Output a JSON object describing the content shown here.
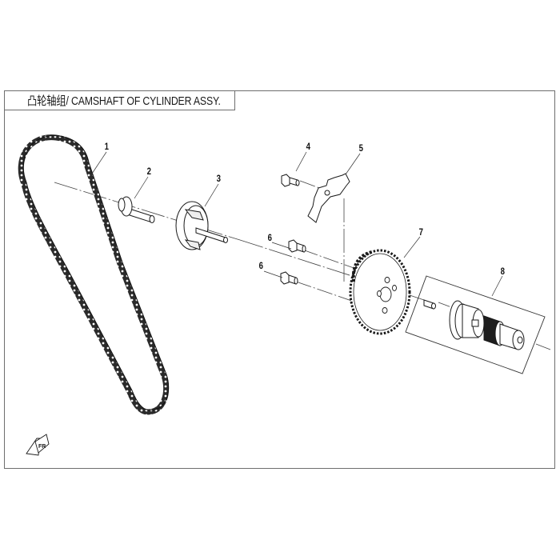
{
  "title": {
    "text": "凸轮轴组/ CAMSHAFT OF CYLINDER ASSY."
  },
  "colors": {
    "line": "#1a1a1a",
    "frame": "#6e6e6e",
    "background": "#ffffff",
    "dark_fill": "#2a2a2a"
  },
  "parts": [
    {
      "callout": "1",
      "name": "timing-chain"
    },
    {
      "callout": "2",
      "name": "chain-guide-pin"
    },
    {
      "callout": "3",
      "name": "decompression-weight-assy"
    },
    {
      "callout": "4",
      "name": "bolt"
    },
    {
      "callout": "5",
      "name": "lock-plate"
    },
    {
      "callout": "6",
      "name": "bolt"
    },
    {
      "callout": "6",
      "name": "bolt"
    },
    {
      "callout": "7",
      "name": "cam-sprocket"
    },
    {
      "callout": "8",
      "name": "camshaft-assy"
    }
  ],
  "callouts": {
    "c1": "1",
    "c2": "2",
    "c3": "3",
    "c4": "4",
    "c5": "5",
    "c6a": "6",
    "c6b": "6",
    "c7": "7",
    "c8": "8"
  },
  "direction_icon": {
    "label": "FR"
  }
}
